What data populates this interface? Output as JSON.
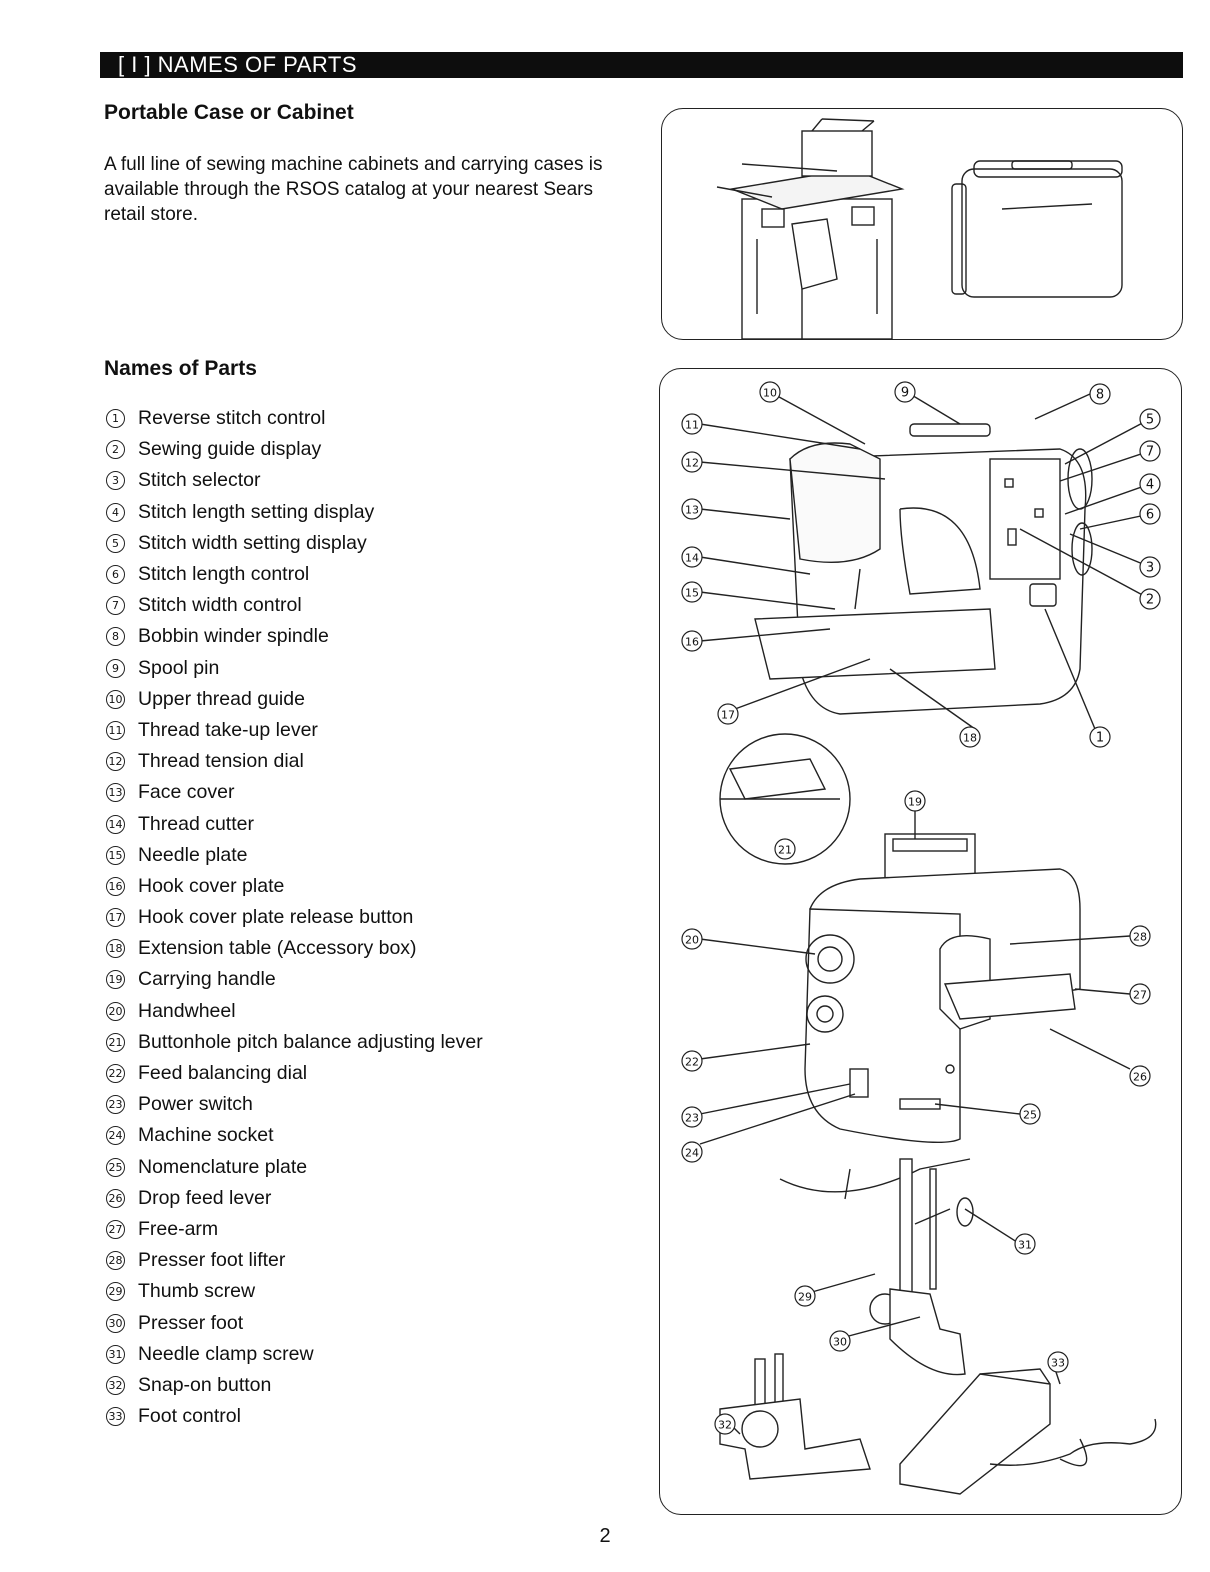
{
  "section": {
    "title": "[ I ] NAMES OF PARTS"
  },
  "case": {
    "heading": "Portable Case or Cabinet",
    "text": "A full line of sewing machine cabinets and carrying cases is available through the RSOS catalog at your nearest Sears retail store."
  },
  "names": {
    "heading": "Names of Parts",
    "items": [
      {
        "n": "1",
        "label": "Reverse stitch control"
      },
      {
        "n": "2",
        "label": "Sewing guide display"
      },
      {
        "n": "3",
        "label": "Stitch selector"
      },
      {
        "n": "4",
        "label": "Stitch length setting display"
      },
      {
        "n": "5",
        "label": "Stitch width setting display"
      },
      {
        "n": "6",
        "label": "Stitch length control"
      },
      {
        "n": "7",
        "label": "Stitch width control"
      },
      {
        "n": "8",
        "label": "Bobbin winder spindle"
      },
      {
        "n": "9",
        "label": "Spool pin"
      },
      {
        "n": "10",
        "label": "Upper thread guide"
      },
      {
        "n": "11",
        "label": "Thread take-up lever"
      },
      {
        "n": "12",
        "label": "Thread tension dial"
      },
      {
        "n": "13",
        "label": "Face cover"
      },
      {
        "n": "14",
        "label": "Thread cutter"
      },
      {
        "n": "15",
        "label": "Needle plate"
      },
      {
        "n": "16",
        "label": "Hook cover plate"
      },
      {
        "n": "17",
        "label": "Hook cover plate release button"
      },
      {
        "n": "18",
        "label": "Extension table (Accessory box)"
      },
      {
        "n": "19",
        "label": "Carrying handle"
      },
      {
        "n": "20",
        "label": "Handwheel"
      },
      {
        "n": "21",
        "label": "Buttonhole pitch balance adjusting lever"
      },
      {
        "n": "22",
        "label": "Feed balancing dial"
      },
      {
        "n": "23",
        "label": "Power switch"
      },
      {
        "n": "24",
        "label": "Machine socket"
      },
      {
        "n": "25",
        "label": "Nomenclature plate"
      },
      {
        "n": "26",
        "label": "Drop feed lever"
      },
      {
        "n": "27",
        "label": "Free-arm"
      },
      {
        "n": "28",
        "label": "Presser foot lifter"
      },
      {
        "n": "29",
        "label": "Thumb screw"
      },
      {
        "n": "30",
        "label": "Presser foot"
      },
      {
        "n": "31",
        "label": "Needle clamp screw"
      },
      {
        "n": "32",
        "label": "Snap-on button"
      },
      {
        "n": "33",
        "label": "Foot control"
      }
    ]
  },
  "page_number": "2"
}
